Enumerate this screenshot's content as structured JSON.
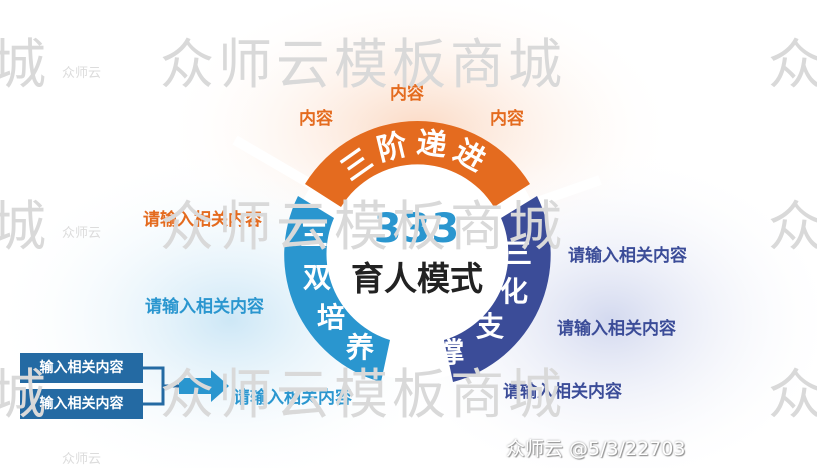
{
  "watermark": {
    "main_text": "众师云模板商城",
    "left_fragment": "城",
    "right_fragment": "众",
    "logo_text": "众师云",
    "bottom_text": "众师云 @5/3/22703"
  },
  "diagram": {
    "center_number": "333",
    "center_title": "育人模式",
    "top_segment": "三阶递进",
    "left_segment": [
      "三",
      "双",
      "培",
      "养"
    ],
    "right_segment": [
      "三",
      "化",
      "支",
      "撑"
    ],
    "labels": {
      "top": [
        "内容",
        "内容",
        "内容"
      ],
      "left": [
        "请输入相关内容",
        "请输入相关内容",
        "请输入相关内容"
      ],
      "right": [
        "请输入相关内容",
        "请输入相关内容",
        "请输入相关内容"
      ]
    },
    "side_boxes": [
      "输入相关内容",
      "输入相关内容"
    ]
  },
  "colors": {
    "orange": "#e46b1f",
    "blue": "#2a96cf",
    "navy": "#3b4c98",
    "box_blue": "#246aa3"
  }
}
